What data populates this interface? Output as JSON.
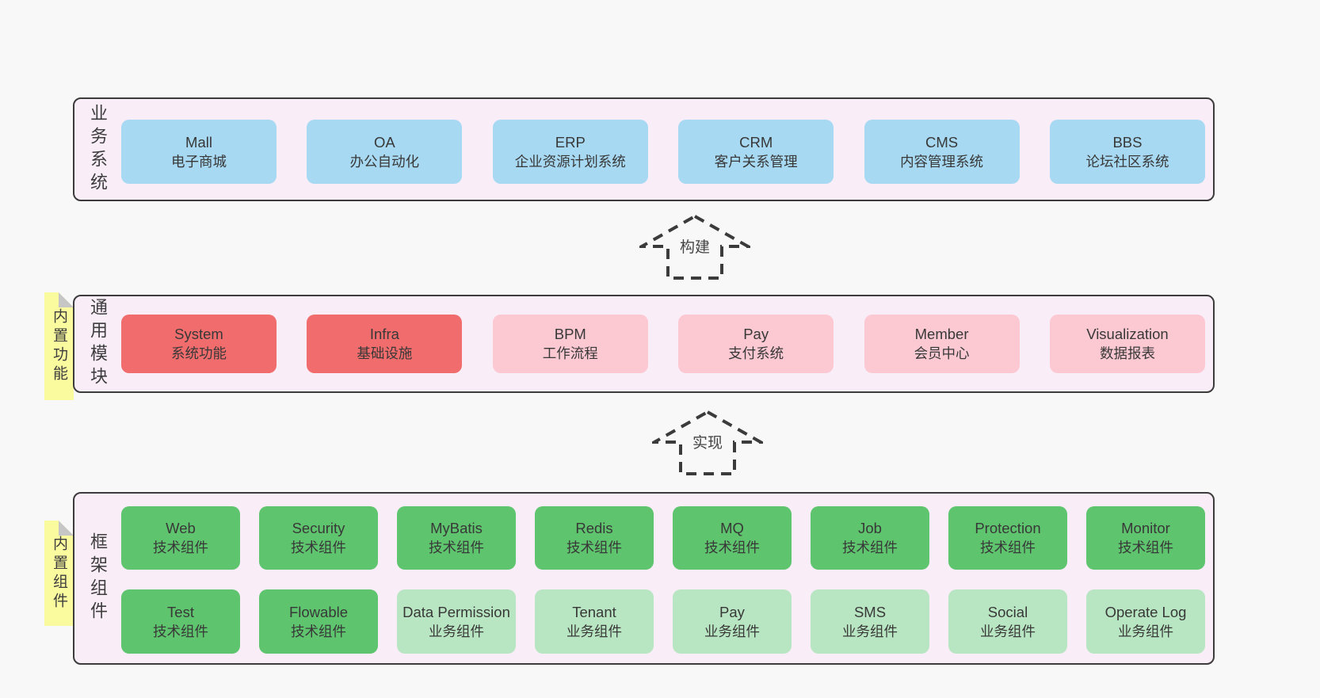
{
  "colors": {
    "page_bg": "#f8f8f8",
    "band_bg": "#f9edf8",
    "band_border": "#3c3c3c",
    "box_blue": "#a8d9f2",
    "box_red": "#f16c6c",
    "box_pink": "#fcc9d3",
    "box_green": "#5fc46e",
    "box_light_green": "#b9e6c2",
    "sticky_yellow": "#fafa9e",
    "sticky_fold": "#c6c6c6",
    "text_dark": "#3d3d3d",
    "arrow_color": "#3b3b3b"
  },
  "arrows": [
    {
      "label": "构建"
    },
    {
      "label": "实现"
    }
  ],
  "bands": [
    {
      "side_label": "业务系统",
      "rows": [
        [
          {
            "title": "Mall",
            "subtitle": "电子商城",
            "color": "blue"
          },
          {
            "title": "OA",
            "subtitle": "办公自动化",
            "color": "blue"
          },
          {
            "title": "ERP",
            "subtitle": "企业资源计划系统",
            "color": "blue"
          },
          {
            "title": "CRM",
            "subtitle": "客户关系管理",
            "color": "blue"
          },
          {
            "title": "CMS",
            "subtitle": "内容管理系统",
            "color": "blue"
          },
          {
            "title": "BBS",
            "subtitle": "论坛社区系统",
            "color": "blue"
          }
        ]
      ]
    },
    {
      "side_label": "通用模块",
      "sticky": "内置功能",
      "rows": [
        [
          {
            "title": "System",
            "subtitle": "系统功能",
            "color": "red"
          },
          {
            "title": "Infra",
            "subtitle": "基础设施",
            "color": "red"
          },
          {
            "title": "BPM",
            "subtitle": "工作流程",
            "color": "pink"
          },
          {
            "title": "Pay",
            "subtitle": "支付系统",
            "color": "pink"
          },
          {
            "title": "Member",
            "subtitle": "会员中心",
            "color": "pink"
          },
          {
            "title": "Visualization",
            "subtitle": "数据报表",
            "color": "pink"
          }
        ]
      ]
    },
    {
      "side_label": "框架组件",
      "sticky": "内置组件",
      "rows": [
        [
          {
            "title": "Web",
            "subtitle": "技术组件",
            "color": "green"
          },
          {
            "title": "Security",
            "subtitle": "技术组件",
            "color": "green"
          },
          {
            "title": "MyBatis",
            "subtitle": "技术组件",
            "color": "green"
          },
          {
            "title": "Redis",
            "subtitle": "技术组件",
            "color": "green"
          },
          {
            "title": "MQ",
            "subtitle": "技术组件",
            "color": "green"
          },
          {
            "title": "Job",
            "subtitle": "技术组件",
            "color": "green"
          },
          {
            "title": "Protection",
            "subtitle": "技术组件",
            "color": "green"
          },
          {
            "title": "Monitor",
            "subtitle": "技术组件",
            "color": "green"
          }
        ],
        [
          {
            "title": "Test",
            "subtitle": "技术组件",
            "color": "green"
          },
          {
            "title": "Flowable",
            "subtitle": "技术组件",
            "color": "green"
          },
          {
            "title": "Data Permission",
            "subtitle": "业务组件",
            "color": "light_green"
          },
          {
            "title": "Tenant",
            "subtitle": "业务组件",
            "color": "light_green"
          },
          {
            "title": "Pay",
            "subtitle": "业务组件",
            "color": "light_green"
          },
          {
            "title": "SMS",
            "subtitle": "业务组件",
            "color": "light_green"
          },
          {
            "title": "Social",
            "subtitle": "业务组件",
            "color": "light_green"
          },
          {
            "title": "Operate Log",
            "subtitle": "业务组件",
            "color": "light_green"
          }
        ]
      ]
    }
  ]
}
